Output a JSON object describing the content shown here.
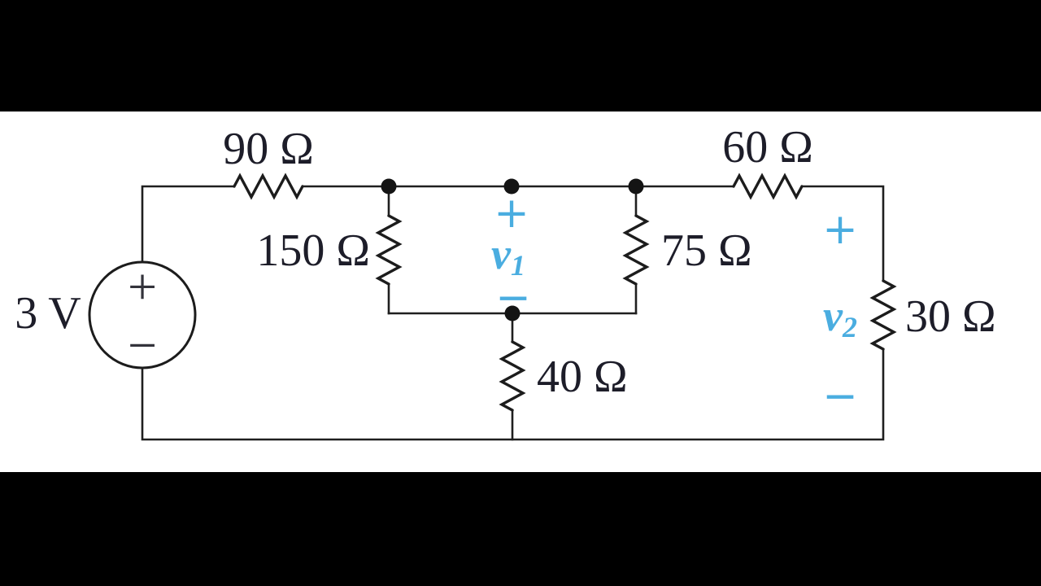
{
  "canvas": {
    "letterbox_color": "#000000",
    "background_color": "#ffffff",
    "wire_color": "#1f1f1f",
    "label_ink_color": "#1d1d29",
    "accent_cyan_color": "#4aade0"
  },
  "circuit": {
    "source": {
      "label": "3 V",
      "plus": "+",
      "minus": "−"
    },
    "resistors": {
      "r90": {
        "label": "90 Ω"
      },
      "r150": {
        "label": "150 Ω"
      },
      "r75": {
        "label": "75 Ω"
      },
      "r60": {
        "label": "60 Ω"
      },
      "r40": {
        "label": "40 Ω"
      },
      "r30": {
        "label": "30 Ω"
      }
    },
    "voltages": {
      "v1": {
        "base": "v",
        "sub": "1",
        "plus": "+",
        "minus": "−"
      },
      "v2": {
        "base": "v",
        "sub": "2",
        "plus": "+",
        "minus": "−"
      }
    }
  }
}
